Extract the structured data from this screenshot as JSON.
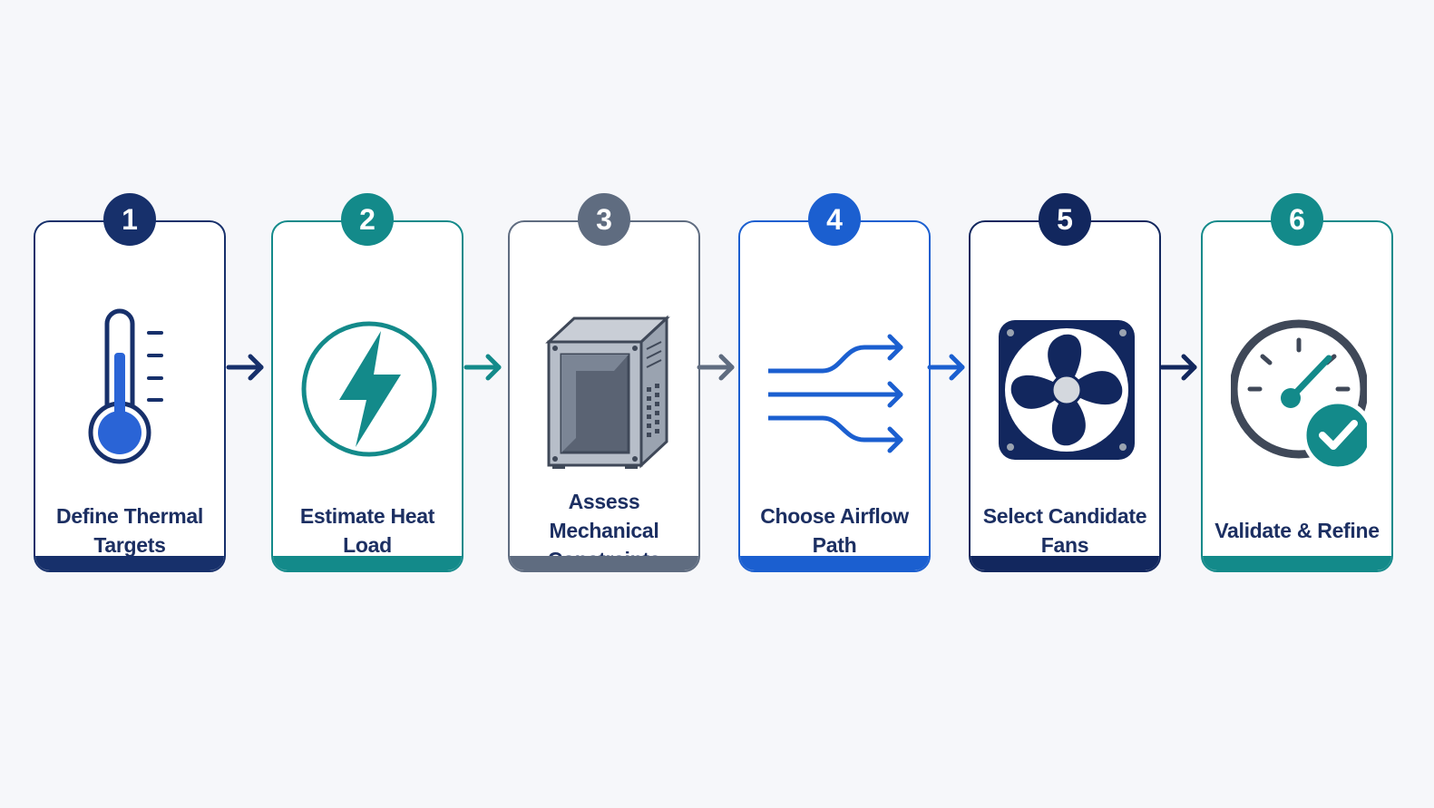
{
  "steps": [
    {
      "number": "1",
      "label": "Define Thermal Targets",
      "icon": "thermometer-icon",
      "color": "#17306b"
    },
    {
      "number": "2",
      "label": "Estimate Heat Load",
      "icon": "lightning-bolt-icon",
      "color": "#138a8a"
    },
    {
      "number": "3",
      "label": "Assess Mechanical Constraints",
      "icon": "enclosure-icon",
      "color": "#5f6c80"
    },
    {
      "number": "4",
      "label": "Choose Airflow Path",
      "icon": "airflow-arrows-icon",
      "color": "#1b5fd0"
    },
    {
      "number": "5",
      "label": "Select Candidate Fans",
      "icon": "fan-icon",
      "color": "#12275e"
    },
    {
      "number": "6",
      "label": "Validate & Refine",
      "icon": "gauge-check-icon",
      "color": "#138a8a"
    }
  ],
  "connectors": [
    {
      "color": "#17306b"
    },
    {
      "color": "#138a8a"
    },
    {
      "color": "#5f6c80"
    },
    {
      "color": "#1b5fd0"
    },
    {
      "color": "#12275e"
    }
  ]
}
